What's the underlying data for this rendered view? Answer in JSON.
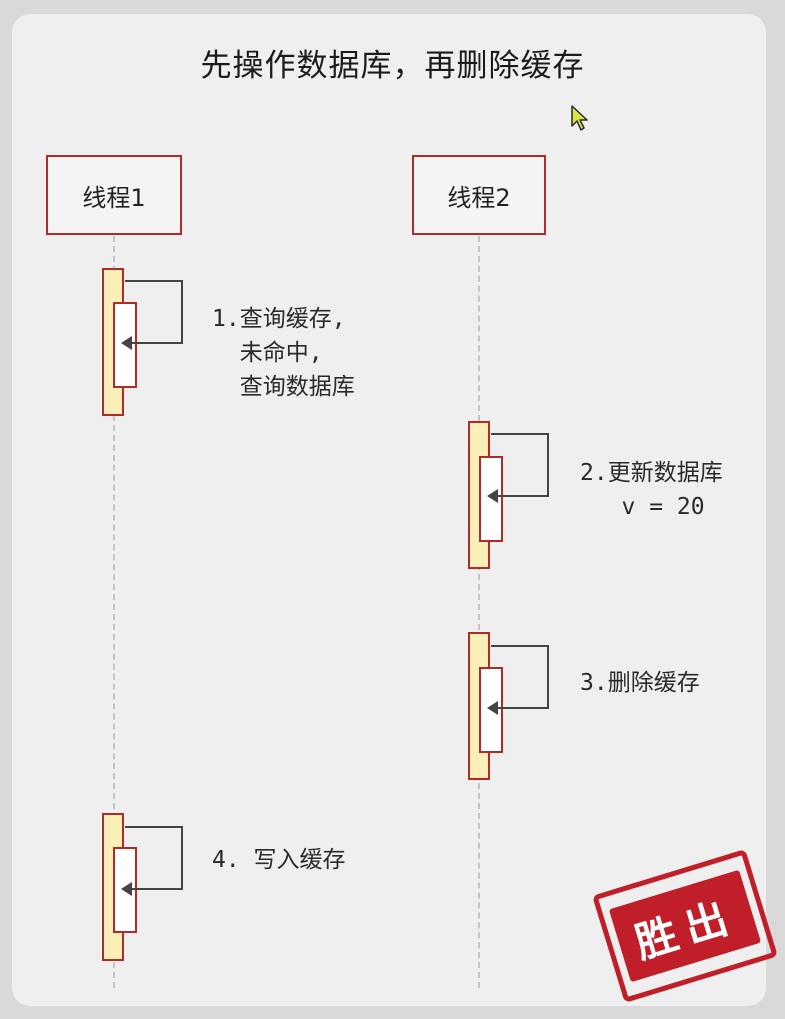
{
  "title": "先操作数据库，再删除缓存",
  "threads": [
    {
      "label": "线程1"
    },
    {
      "label": "线程2"
    }
  ],
  "steps": [
    {
      "thread": 1,
      "text": "1.查询缓存,\n  未命中,\n  查询数据库"
    },
    {
      "thread": 2,
      "text": "2.更新数据库\n   v = 20"
    },
    {
      "thread": 2,
      "text": "3.删除缓存"
    },
    {
      "thread": 1,
      "text": "4. 写入缓存"
    }
  ],
  "stamp": {
    "text": "胜出"
  },
  "icons": {
    "cursor": "cursor-arrow-icon"
  },
  "colors": {
    "box_border": "#b02a2a",
    "activation_fill": "#fbefb8",
    "arrow": "#444444",
    "stamp": "#c01f2a"
  }
}
